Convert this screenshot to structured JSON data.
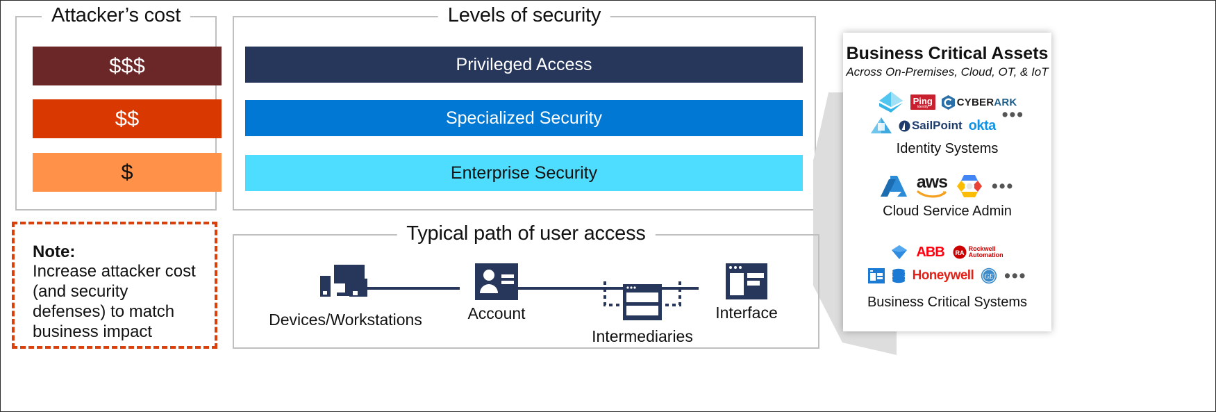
{
  "attacker": {
    "title": "Attacker’s cost",
    "bars": [
      {
        "label": "$$$",
        "color": "#6B2727"
      },
      {
        "label": "$$",
        "color": "#D93900"
      },
      {
        "label": "$",
        "color": "#FF9248"
      }
    ]
  },
  "note": {
    "title": "Note:",
    "body": "Increase attacker cost (and security defenses) to match business impact",
    "border_color": "#D9400B"
  },
  "levels": {
    "title": "Levels of security",
    "bars": [
      {
        "label": "Privileged Access",
        "color": "#27375C",
        "text_color": "#ffffff"
      },
      {
        "label": "Specialized Security",
        "color": "#0078D4",
        "text_color": "#ffffff"
      },
      {
        "label": "Enterprise Security",
        "color": "#4EDDFF",
        "text_color": "#111111"
      }
    ]
  },
  "path": {
    "title": "Typical path of user access",
    "nodes": [
      {
        "label": "Devices/Workstations",
        "icon": "devices-workstation-icon"
      },
      {
        "label": "Account",
        "icon": "account-badge-icon"
      },
      {
        "label": "Intermediaries",
        "icon": "intermediaries-window-icon"
      },
      {
        "label": "Interface",
        "icon": "interface-window-icon"
      }
    ],
    "line_color": "#27375C"
  },
  "assets": {
    "title": "Business Critical Assets",
    "subtitle": "Across On-Premises, Cloud, OT, & IoT",
    "groups": [
      {
        "caption": "Identity Systems",
        "ellipsis": "•••",
        "logos": [
          "azure-ad-icon",
          "ping-identity-logo",
          "cyberark-logo",
          "aws-iam-icon",
          "sailpoint-logo",
          "okta-logo"
        ],
        "wordmarks": {
          "ping": "Ping",
          "ping_sub": "Identity",
          "cyberark_a": "CYBER",
          "cyberark_b": "ARK",
          "sailpoint": "SailPoint",
          "okta": "okta"
        }
      },
      {
        "caption": "Cloud Service Admin",
        "ellipsis": "•••",
        "logos": [
          "azure-logo",
          "aws-logo",
          "google-cloud-logo"
        ],
        "wordmarks": {
          "aws": "aws"
        }
      },
      {
        "caption": "Business Critical Systems",
        "ellipsis": "•••",
        "logos": [
          "sap-diamond-icon",
          "abb-logo",
          "rockwell-automation-logo",
          "interface-tile-icon",
          "database-icon",
          "honeywell-logo",
          "ge-logo"
        ],
        "wordmarks": {
          "abb": "ABB",
          "rockwell_a": "Rockwell",
          "rockwell_b": "Automation",
          "honeywell": "Honeywell",
          "ge": "GE",
          "ra": "RA"
        }
      }
    ]
  }
}
